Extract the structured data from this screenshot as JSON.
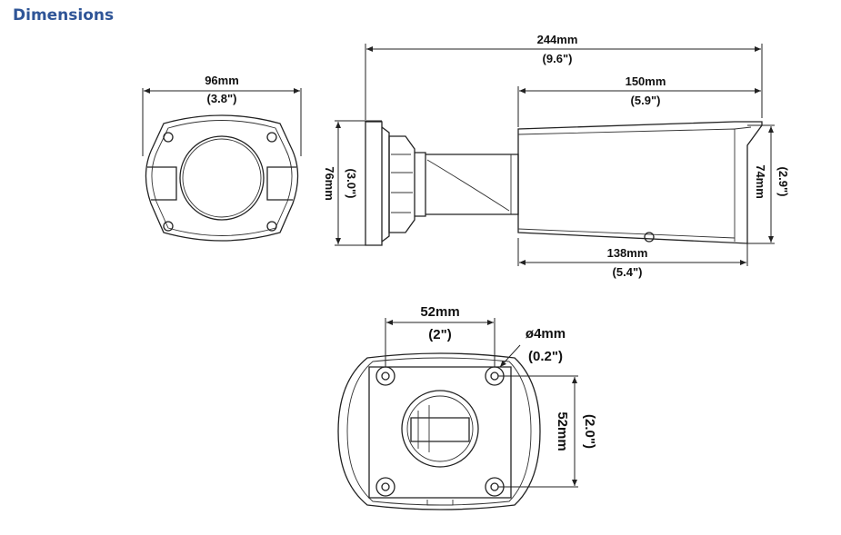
{
  "header": {
    "title": "Dimensions"
  },
  "front_view": {
    "width_mm": "96mm",
    "width_in": "(3.8\")"
  },
  "side_view": {
    "length_total_mm": "244mm",
    "length_total_in": "(9.6\")",
    "body_length_mm": "150mm",
    "body_length_in": "(5.9\")",
    "base_length_mm": "138mm",
    "base_length_in": "(5.4\")",
    "mount_height_mm": "76mm",
    "mount_height_in": "(3.0\")",
    "body_height_mm": "74mm",
    "body_height_in": "(2.9\")"
  },
  "base_view": {
    "hole_spacing_h_mm": "52mm",
    "hole_spacing_h_in": "(2\")",
    "hole_diameter_mm": "ø4mm",
    "hole_diameter_in": "(0.2\")",
    "hole_spacing_v_mm": "52mm",
    "hole_spacing_v_in": "(2.0\")"
  }
}
